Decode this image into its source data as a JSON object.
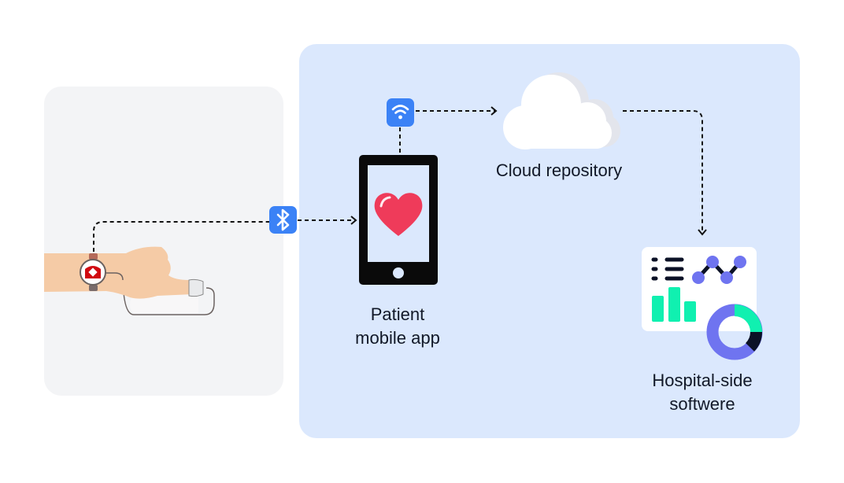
{
  "labels": {
    "cloud": "Cloud repository",
    "phone_line1": "Patient",
    "phone_line2": "mobile app",
    "hospital_line1": "Hospital-side",
    "hospital_line2": "softwere"
  },
  "icons": {
    "bluetooth": "bluetooth-icon",
    "wifi": "wifi-icon",
    "cloud": "cloud-icon",
    "phone": "smartphone-icon",
    "heart": "heart-icon",
    "dashboard": "dashboard-icon",
    "wearable": "wrist-sensor-icon"
  },
  "colors": {
    "patient_panel": "#f3f4f6",
    "system_panel": "#dbe8fd",
    "badge_blue": "#3b82f6",
    "heart": "#ef3b5a",
    "chart_green": "#10f0b0",
    "chart_purple": "#6f74f0",
    "dark": "#0b1126"
  }
}
